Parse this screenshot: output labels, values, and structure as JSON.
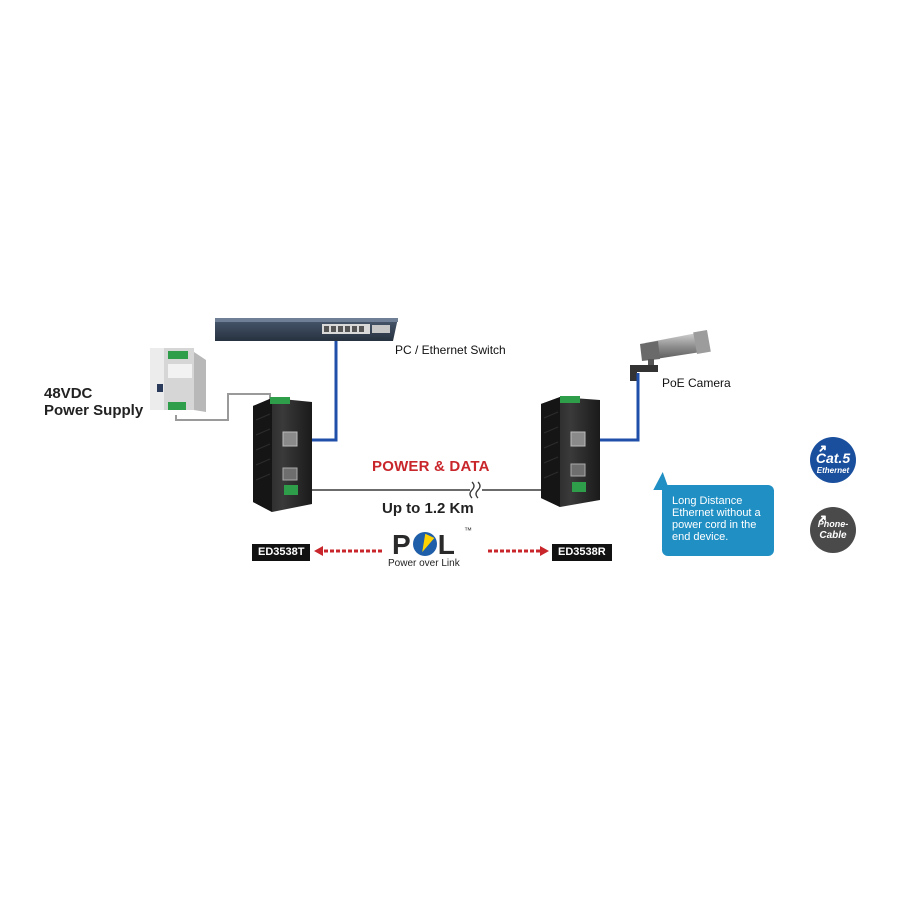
{
  "labels": {
    "switch": "PC / Ethernet Switch",
    "camera": "PoE Camera",
    "psu_line1": "48VDC",
    "psu_line2": "Power Supply",
    "power_data": "POWER & DATA",
    "distance": "Up to 1.2 Km",
    "transmitter": "ED3538T",
    "receiver": "ED3538R"
  },
  "pol_logo": {
    "letter_p": "P",
    "letter_l": "L",
    "trademark": "™",
    "subtitle": "Power over Link"
  },
  "callout": {
    "text": "Long Distance Ethernet without a power cord in the end device."
  },
  "legend": {
    "cat5": {
      "main": "Cat.5",
      "sub": "Ethernet",
      "color": "#1a4f9e"
    },
    "phone": {
      "main": "Phone-",
      "sub": "Cable",
      "color": "#4a4a4a"
    }
  },
  "colors": {
    "ethernet_cable": "#1f4fa8",
    "power_cable": "#9a9a9a",
    "link_cable": "#3a3a3a",
    "arrow": "#c8262b",
    "callout": "#1f8fc4"
  }
}
